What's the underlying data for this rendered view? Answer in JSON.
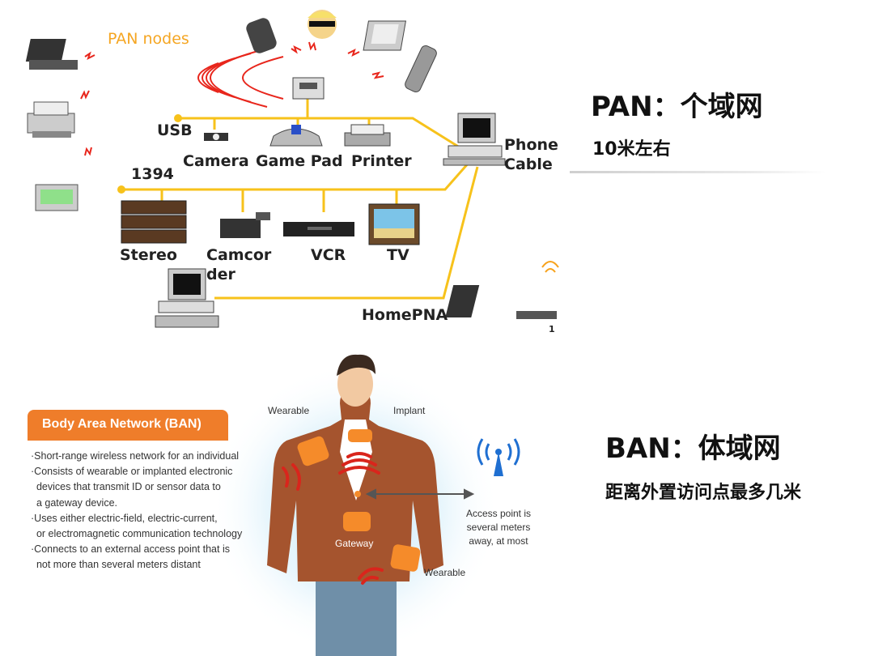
{
  "pan_diagram": {
    "pan_nodes": "PAN nodes",
    "bus_usb": "USB",
    "bus_1394": "1394",
    "camera": "Camera",
    "game_pad": "Game Pad",
    "printer": "Printer",
    "phone": "Phone",
    "cable": "Cable",
    "stereo": "Stereo",
    "camcorder_1": "Camcor",
    "camcorder_2": "der",
    "vcr": "VCR",
    "tv": "TV",
    "homepna": "HomePNA",
    "corner_number": "1",
    "bus_color": "#f7c21b",
    "signal_color": "#e8261c"
  },
  "pan_text": {
    "title": "PAN：个域网",
    "subtitle": "10米左右"
  },
  "ban_panel": {
    "header": "Body Area Network (BAN)",
    "bullets": [
      "·Short-range wireless network for an individual",
      "·Consists of wearable or implanted electronic",
      "  devices that transmit ID or sensor data to",
      "  a gateway device.",
      "·Uses either electric-field, electric-current,",
      "  or electromagnetic communication technology",
      "·Connects to an external access point that is",
      "  not more than several meters distant"
    ],
    "header_color": "#ef7d2a"
  },
  "ban_figure": {
    "wearable_top": "Wearable",
    "implant": "Implant",
    "gateway": "Gateway",
    "access_line1": "Access point is",
    "access_line2": "several meters",
    "access_line3": "away, at most",
    "wearable_bottom": "Wearable"
  },
  "ban_text": {
    "title": "BAN：体域网",
    "subtitle": "距离外置访问点最多几米"
  }
}
